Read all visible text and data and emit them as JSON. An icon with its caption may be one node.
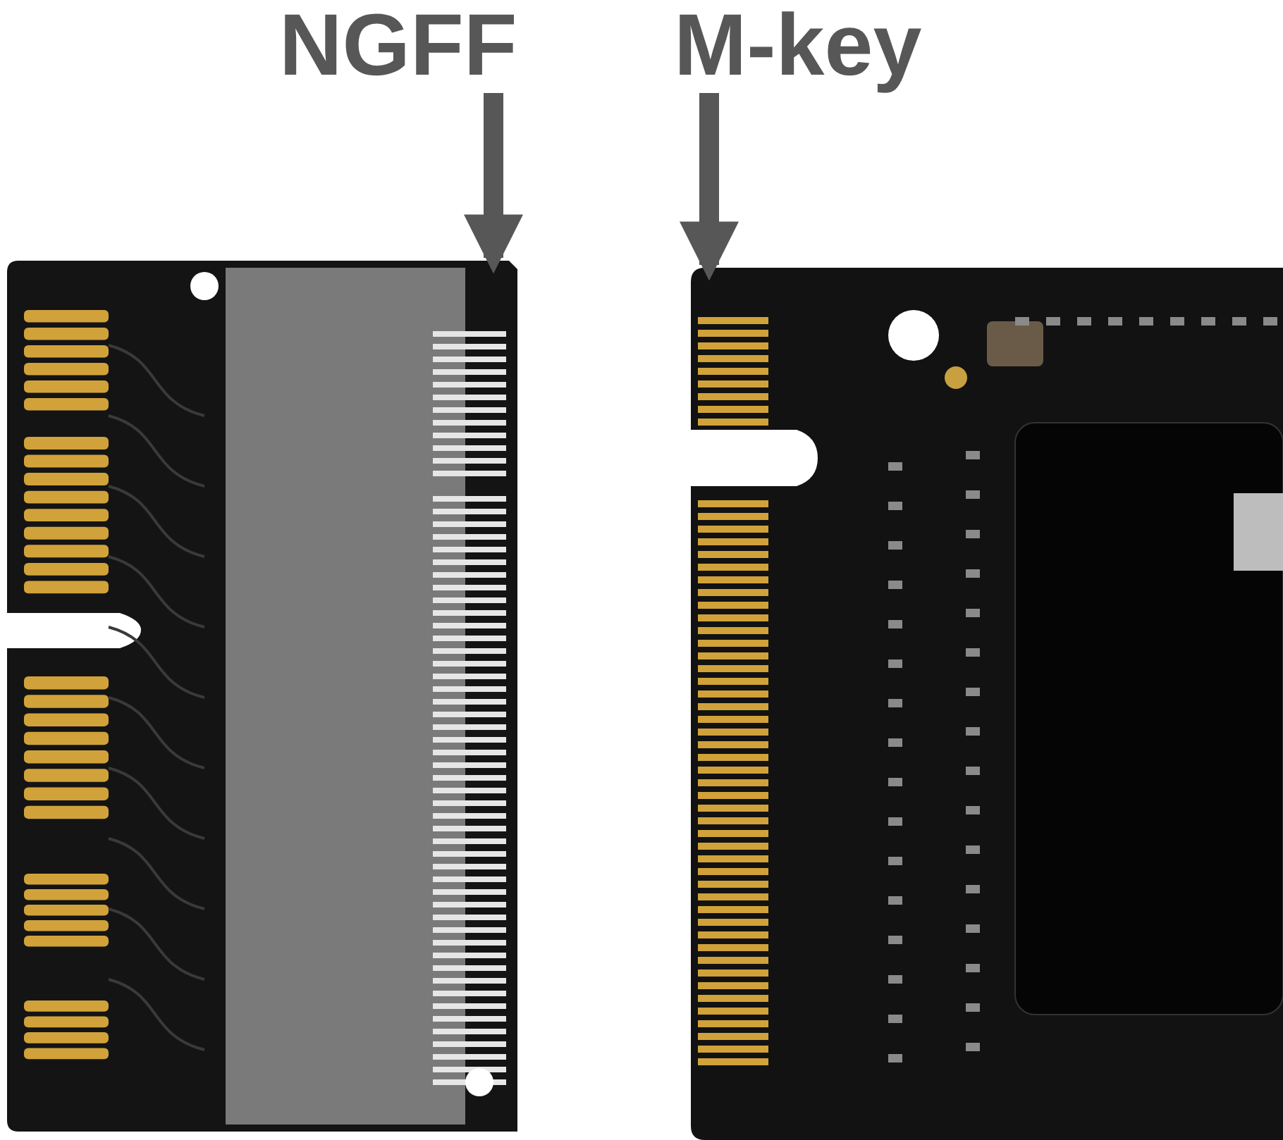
{
  "diagram": {
    "nodes": [
      {
        "text": [
          "NGFF"
        ]
      },
      {
        "text": [],
        "shape": "picture"
      },
      {
        "text": [
          "M-key"
        ]
      },
      {
        "text": [],
        "shape": "picture"
      }
    ],
    "edges": [
      {
        "from": 0,
        "to": 1,
        "arrow": "to"
      },
      {
        "from": 2,
        "to": 3,
        "arrow": "to"
      }
    ]
  }
}
